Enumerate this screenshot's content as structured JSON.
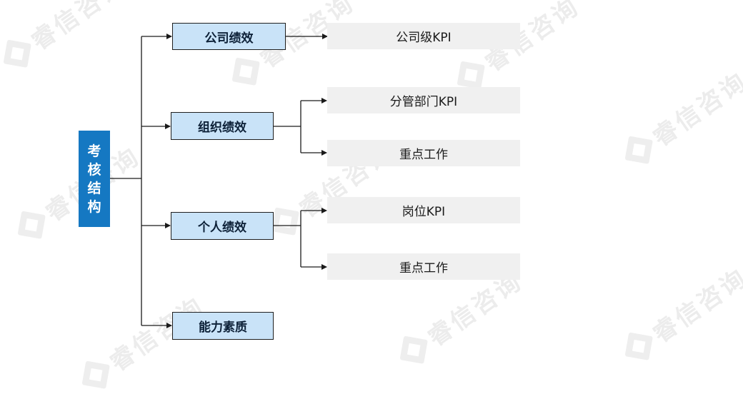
{
  "watermark": {
    "text": "睿信咨询",
    "logo_icon": "diamond-logo-icon"
  },
  "diagram": {
    "root": {
      "label": "考核结构",
      "color": "#1578c2"
    },
    "branches": [
      {
        "label": "公司绩效",
        "children": [
          "公司级KPI"
        ]
      },
      {
        "label": "组织绩效",
        "children": [
          "分管部门KPI",
          "重点工作"
        ]
      },
      {
        "label": "个人绩效",
        "children": [
          "岗位KPI",
          "重点工作"
        ]
      },
      {
        "label": "能力素质",
        "children": []
      }
    ],
    "colors": {
      "branch_fill": "#c9e3f8",
      "leaf_fill": "#f0f0f0",
      "connector": "#1a1a1a"
    }
  }
}
